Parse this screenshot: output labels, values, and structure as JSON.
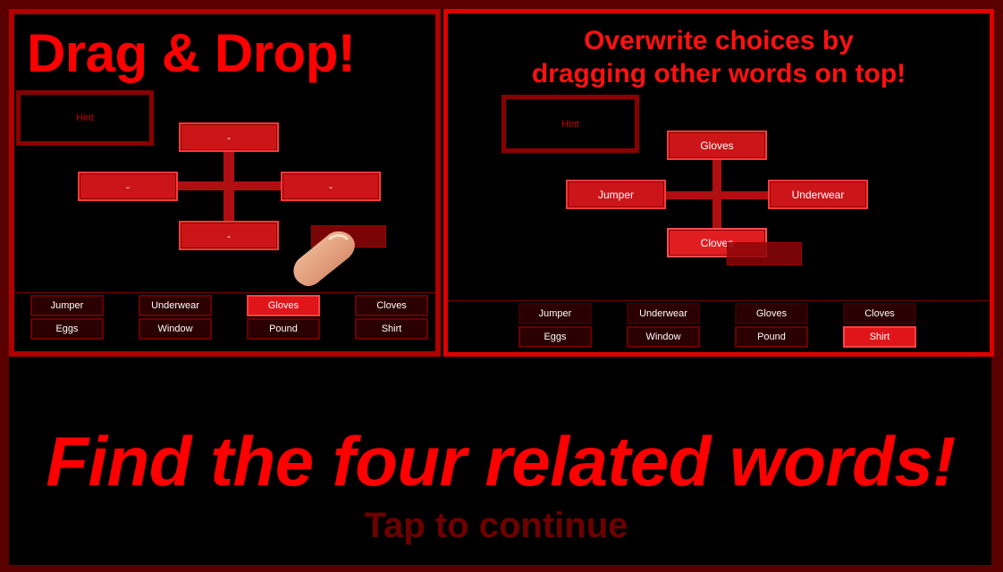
{
  "left_panel": {
    "title": "Drag & Drop!",
    "hint_label": "Hint",
    "slots": {
      "top": "-",
      "left": "-",
      "right": "-",
      "bottom": "-"
    },
    "words_row1": [
      "Jumper",
      "Underwear",
      "Gloves",
      "Cloves"
    ],
    "words_row2": [
      "Eggs",
      "Window",
      "Pound",
      "Shirt"
    ]
  },
  "right_panel": {
    "title_line1": "Overwrite choices by",
    "title_line2": "dragging other words on top!",
    "hint_label": "Hint",
    "slots": {
      "top": "Gloves",
      "left": "Jumper",
      "right": "Underwear",
      "bottom": "Cloves"
    },
    "words_row1": [
      "Jumper",
      "Underwear",
      "Gloves",
      "Cloves"
    ],
    "words_row2": [
      "Eggs",
      "Window",
      "Pound",
      "Shirt"
    ]
  },
  "headline": "Find the four related words!",
  "continue_label": "Tap to continue",
  "colors": {
    "accent": "#ff0000",
    "frame": "#5a0000",
    "slot": "#cc1518",
    "dim_text": "#6e0000"
  }
}
